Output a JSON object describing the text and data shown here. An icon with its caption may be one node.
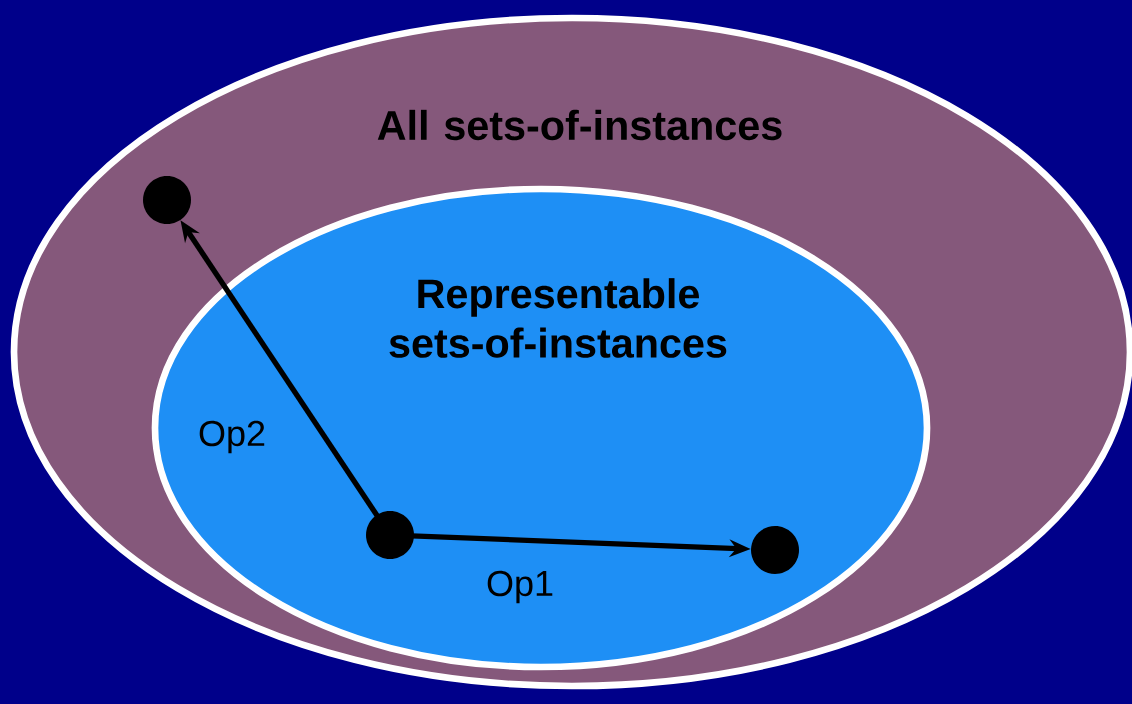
{
  "diagram": {
    "nodes": [
      {
        "text": [
          "All sets-of-instances"
        ]
      },
      {
        "text": [
          "Representable sets-of-instances"
        ],
        "in": 0
      },
      {
        "text": [],
        "shape": "circle",
        "in": 1
      },
      {
        "text": [],
        "shape": "circle",
        "in": 1
      },
      {
        "text": [],
        "shape": "circle",
        "in": 0
      }
    ],
    "edges": [
      {
        "from": 2,
        "to": 3,
        "arrow": "to",
        "label": "Op1"
      },
      {
        "from": 2,
        "to": 4,
        "arrow": "to",
        "label": "Op2"
      }
    ]
  }
}
